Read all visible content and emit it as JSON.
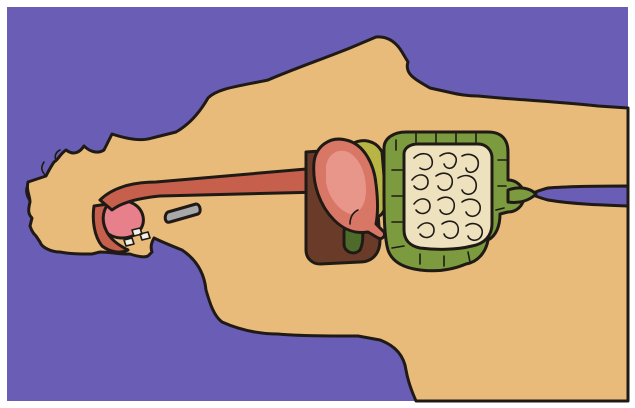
{
  "colors": {
    "background": "#6a5db5",
    "frame": "#ffffff",
    "skin": "#e9bb7a",
    "outline": "#1f1a16",
    "esophagus": "#c6604c",
    "stomach": "#d97766",
    "stomach_inner": "#e8968a",
    "mouth": "#e7808a",
    "liver": "#6b3b2a",
    "gallbladder": "#4f6b2c",
    "pancreas": "#b8b545",
    "large_intestine": "#7c9a3e",
    "small_intestine": "#ede1be",
    "windpipe": "#a8a8ab",
    "teeth": "#f3f0e6"
  },
  "labels": {},
  "parts": [
    "head",
    "mouth",
    "teeth",
    "windpipe",
    "esophagus",
    "stomach",
    "liver",
    "gallbladder",
    "pancreas",
    "small-intestine",
    "large-intestine",
    "rectum"
  ]
}
